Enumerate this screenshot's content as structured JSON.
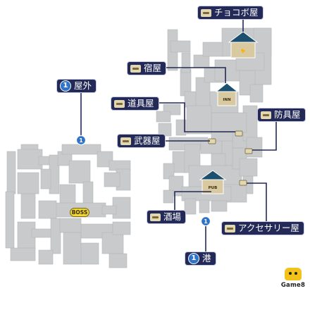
{
  "labels": {
    "chocobo": "チョコボ屋",
    "inn": "宿屋",
    "outside": "屋外",
    "item": "道具屋",
    "armor": "防具屋",
    "weapon": "武器屋",
    "pub": "酒場",
    "port": "港",
    "accessory": "アクセサリー屋"
  },
  "exit_number": "1",
  "map_icons": {
    "boss": "BOSS",
    "pub_sign": "PUB",
    "inn_sign": "INN"
  },
  "brand": "Game8",
  "colors": {
    "label_bg": "#232a57",
    "floor": "#c9cbcc",
    "exit_marker": "#2f74c9",
    "building_roof": "#1d4f6e"
  }
}
